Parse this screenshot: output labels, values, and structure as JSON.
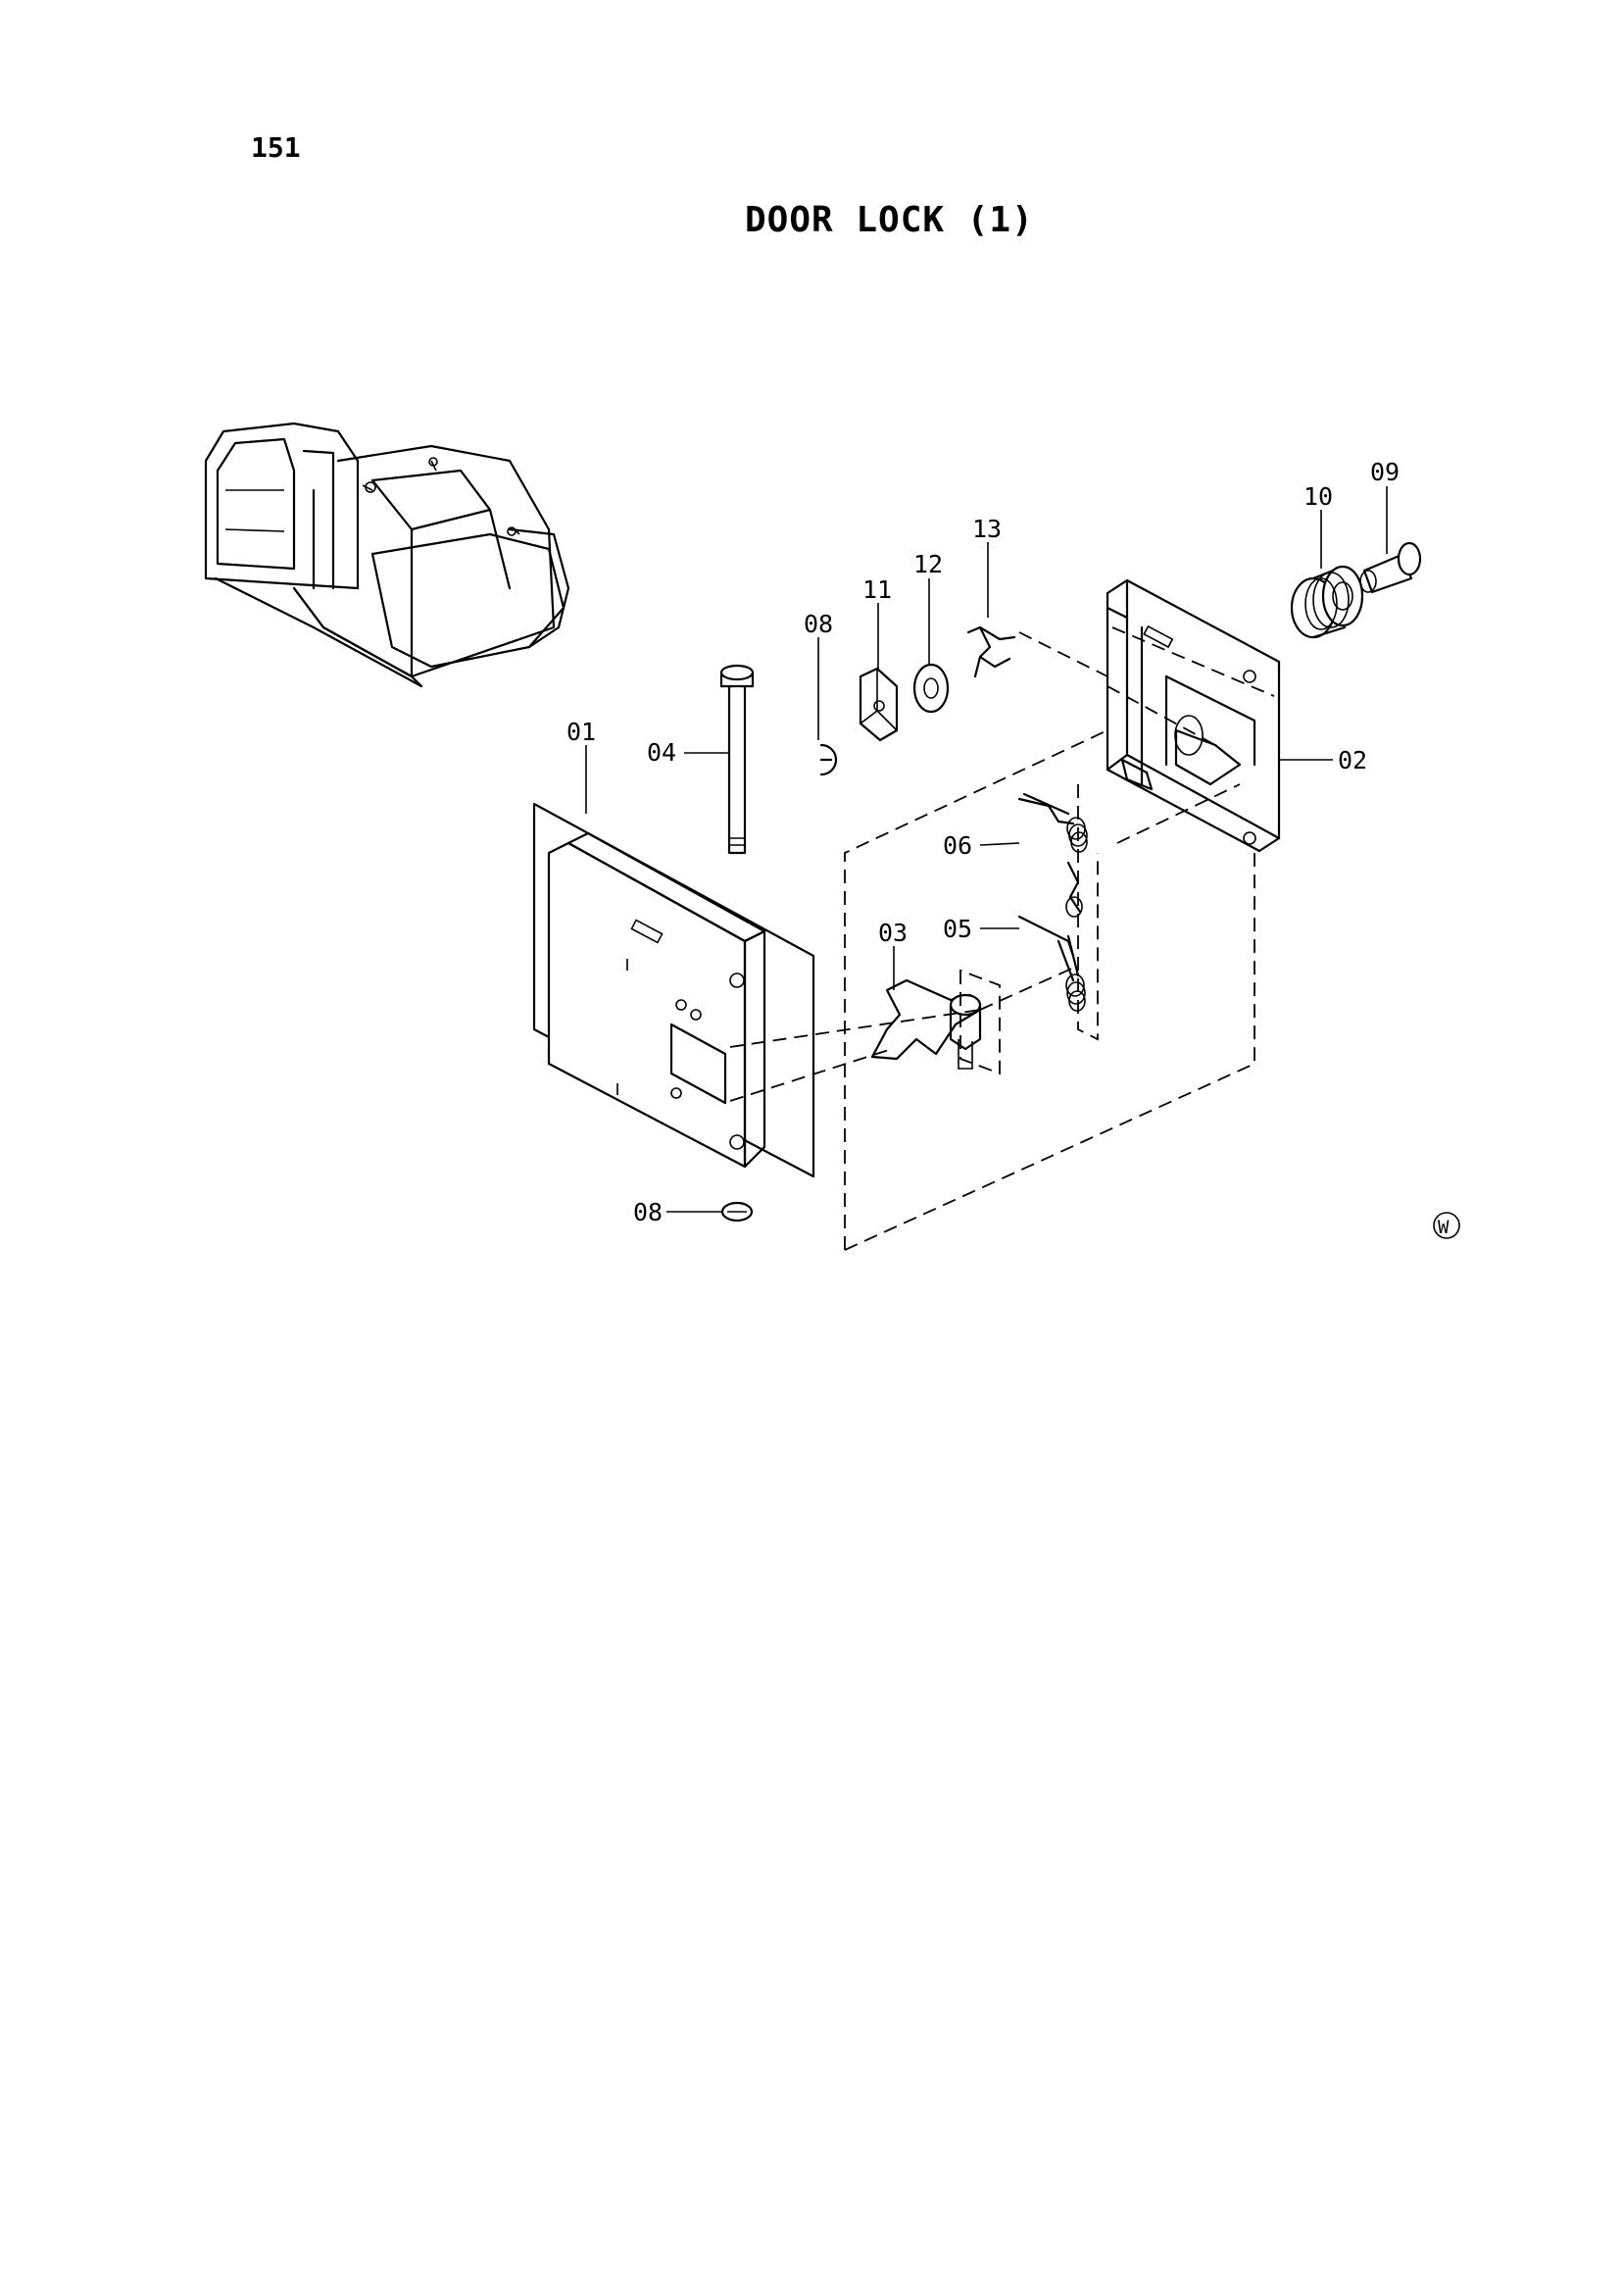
{
  "page_number": "151",
  "title": "DOOR LOCK (1)",
  "callouts": {
    "p01": "01",
    "p02": "02",
    "p03": "03",
    "p04": "04",
    "p05": "05",
    "p06": "06",
    "p08a": "08",
    "p08b": "08",
    "p09": "09",
    "p10": "10",
    "p11": "11",
    "p12": "12",
    "p13": "13"
  },
  "corner_mark": "W"
}
